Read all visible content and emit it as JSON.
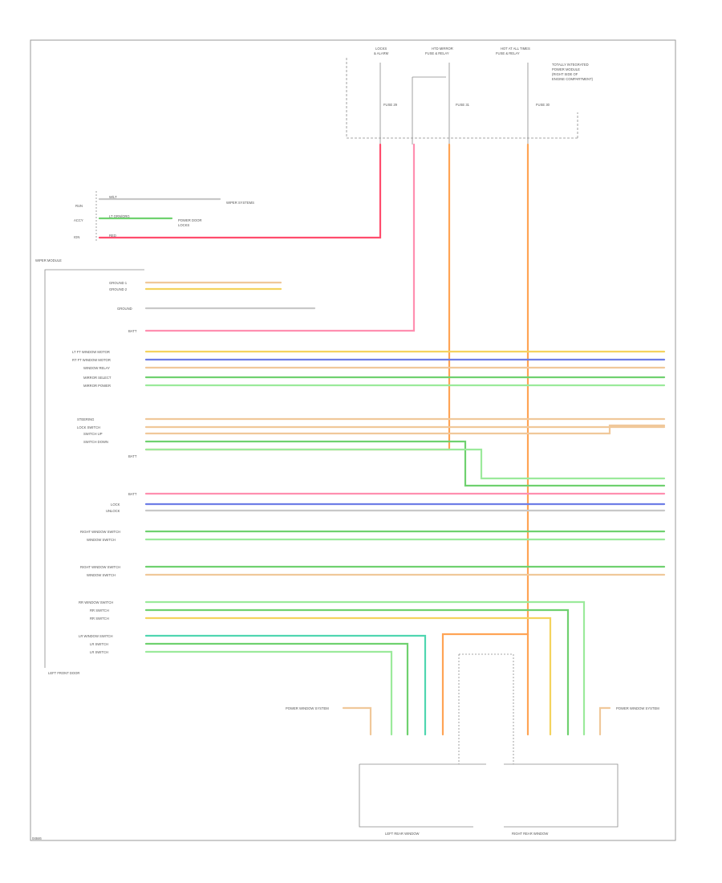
{
  "diagram_id": "04846",
  "header_blocks": [
    {
      "title": "LOCKS",
      "subtitle": "& ALARM"
    },
    {
      "title": "HTD MIRROR",
      "subtitle": "FUSE & RELAY"
    },
    {
      "title": "HOT AT ALL TIMES",
      "subtitle": "FUSE & RELAY"
    }
  ],
  "header_note": [
    "TOTALLY INTEGRATED",
    "POWER MODULE",
    "(RIGHT SIDE OF",
    "ENGINE COMPARTMENT)"
  ],
  "fuses": [
    "FUSE 29",
    "FUSE 31",
    "FUSE 30"
  ],
  "upper_connector": {
    "pins": [
      "RUN",
      "ACCY",
      "IGN"
    ],
    "wires": [
      "W/LT",
      "LT GRN/ORG",
      "RED"
    ],
    "notes": [
      "WIPER SYSTEMS",
      "POWER DOOR",
      "LOCKS"
    ]
  },
  "module_label": "WIPER MODULE",
  "left_labels": [
    "GROUND 1",
    "GROUND 2",
    "GROUND",
    "BATT",
    "LT FT WINDOW MOTOR",
    "RT FT WINDOW MOTOR",
    "WINDOW RELAY",
    "MIRROR SELECT",
    "MIRROR POWER",
    "STEERING",
    "LOCK SWITCH",
    "SWITCH UP",
    "SWITCH DOWN",
    "BATT",
    "BATT",
    "LOCK",
    "UNLOCK",
    "RIGHT WINDOW SWITCH",
    "WINDOW SWITCH",
    "RIGHT WINDOW SWITCH",
    "WINDOW SWITCH",
    "RR WINDOW SWITCH",
    "RR SWITCH",
    "RR SWITCH",
    "LR WINDOW SWITCH",
    "LR SWITCH",
    "LR SWITCH"
  ],
  "bottom_label": "LEFT FRONT DOOR",
  "lower_modules": [
    "LEFT REAR WINDOW",
    "RIGHT REAR WINDOW"
  ],
  "lower_notes": [
    "POWER WINDOW SYSTEM",
    "POWER WINDOW SYSTEM"
  ],
  "colors": {
    "red": "#ff4d6d",
    "pink": "#ff8fb0",
    "orange": "#ffa455",
    "yellow": "#f4d35e",
    "blue": "#6e7ee6",
    "green": "#6fd16f",
    "lightgreen": "#9bea9b",
    "tan": "#f0c89a",
    "teal": "#4fd6b0",
    "gray": "#9a9a9a"
  }
}
